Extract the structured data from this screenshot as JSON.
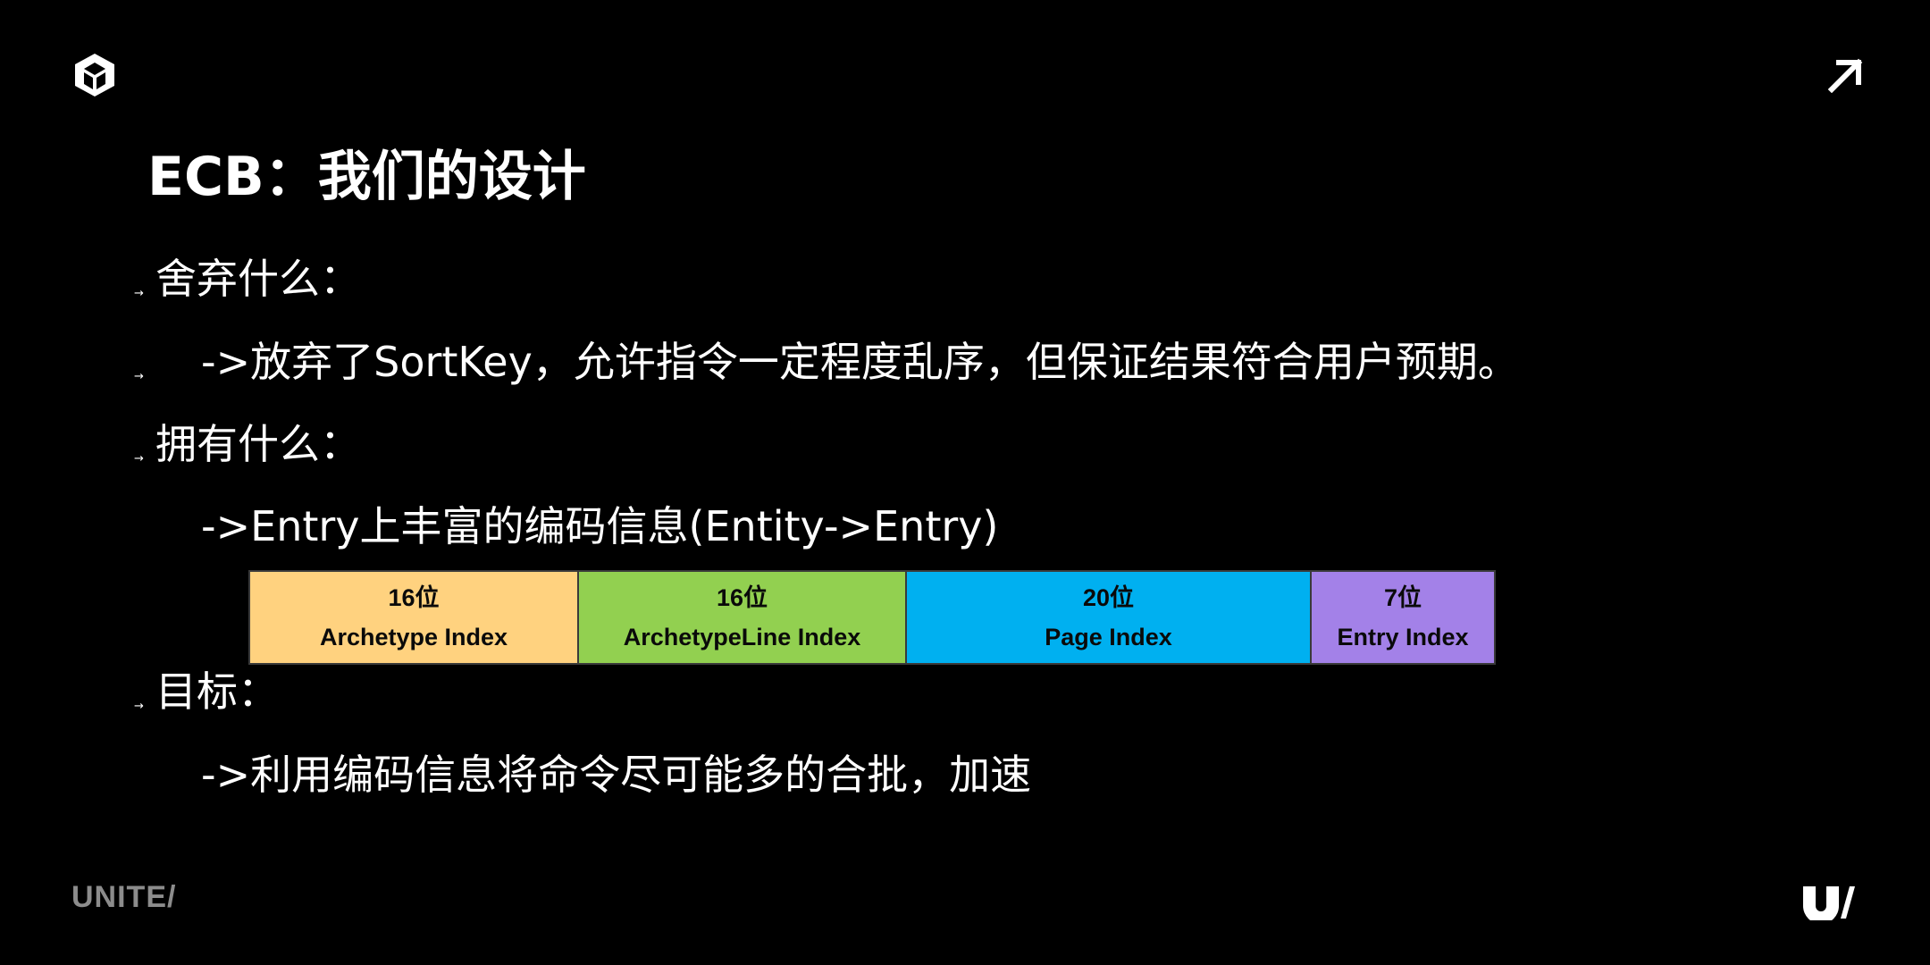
{
  "slide": {
    "title": "ECB：我们的设计",
    "bullets": [
      {
        "mark": "→",
        "text": "舍弃什么："
      },
      {
        "mark": "→",
        "text": "->放弃了SortKey，允许指令一定程度乱序，但保证结果符合用户预期。"
      },
      {
        "mark": "→",
        "text": "拥有什么："
      },
      {
        "text": "->Entry上丰富的编码信息(Entity->Entry)"
      },
      {
        "mark": "→",
        "text": "目标："
      },
      {
        "text": "->利用编码信息将命令尽可能多的合批，加速"
      }
    ],
    "bit_layout": [
      {
        "bits": "16位",
        "name": "Archetype Index",
        "color": "#FFD27F"
      },
      {
        "bits": "16位",
        "name": "ArchetypeLine Index",
        "color": "#92D050"
      },
      {
        "bits": "20位",
        "name": "Page Index",
        "color": "#00B0F0"
      },
      {
        "bits": "7位",
        "name": "Entry Index",
        "color": "#A381E8"
      }
    ]
  },
  "branding": {
    "footer_text": "UNITE/",
    "logo_icon": "unity-cube-icon",
    "corner_icon": "arrow-up-right-icon",
    "footer_icon": "unite-u-icon"
  }
}
